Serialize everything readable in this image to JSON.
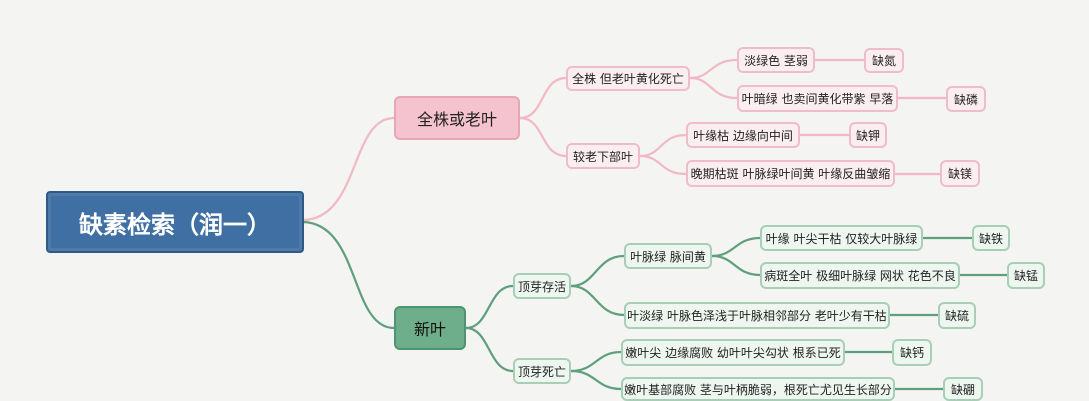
{
  "root": "缺素检索（润一）",
  "branches": {
    "old": {
      "label": "全株或老叶",
      "whole_plant": "全株 但老叶黄化死亡",
      "light_green": "淡绿色  茎弱",
      "light_green_result": "缺氮",
      "dark_green": "叶暗绿 也卖间黄化带紫 早落",
      "dark_green_result": "缺磷",
      "lower_leaves": "较老下部叶",
      "edge_scorch": "叶缘枯  边缘向中间",
      "edge_scorch_result": "缺钾",
      "late_spots": "晚期枯斑 叶脉绿叶间黄 叶缘反曲皱缩",
      "late_spots_result": "缺镁"
    },
    "new": {
      "label": "新叶",
      "bud_alive": "顶芽存活",
      "vein_green": "叶脉绿 脉间黄",
      "tip_dry": "叶缘 叶尖干枯  仅较大叶脉绿",
      "tip_dry_result": "缺铁",
      "spotted": "病斑全叶 极细叶脉绿 网状 花色不良",
      "spotted_result": "缺锰",
      "pale_green": "叶淡绿 叶脉色泽浅于叶脉相邻部分 老叶少有干枯",
      "pale_green_result": "缺硫",
      "bud_dead": "顶芽死亡",
      "tip_hook": "嫩叶尖 边缘腐败 幼叶叶尖勾状 根系已死",
      "tip_hook_result": "缺钙",
      "base_rot": "嫩叶基部腐败 茎与叶柄脆弱，根死亡尤见生长部分",
      "base_rot_result": "缺硼"
    }
  },
  "colors": {
    "root": "#3f6fa3",
    "pink_branch": "#f2b8c6",
    "green_branch": "#5f9f7b",
    "pink_line": "#f2b8c6",
    "green_line": "#5f9f7b"
  }
}
